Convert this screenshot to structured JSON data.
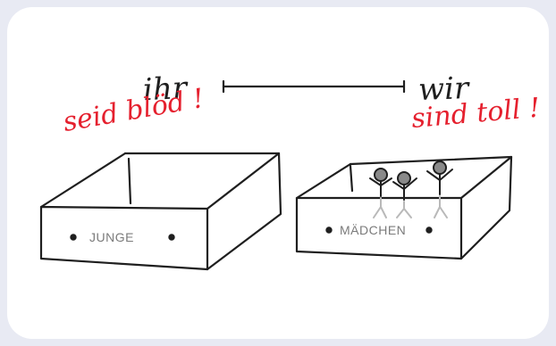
{
  "colors": {
    "background": "#e8eaf3",
    "card": "#ffffff",
    "ink": "#1f1f1f",
    "red": "#e5202e",
    "grey_label": "#7b7b7b"
  },
  "left": {
    "top_text": "ihr",
    "red_text": "seid blöd !",
    "box_label": "JUNGE"
  },
  "right": {
    "top_text": "wir",
    "red_text": "sind toll !",
    "box_label": "MÄDCHEN"
  }
}
